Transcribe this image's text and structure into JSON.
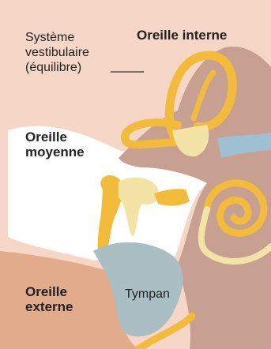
{
  "labels": {
    "inner_ear": "Oreille interne",
    "vestibular": [
      "Système",
      "vestibulaire",
      "(équilibre)"
    ],
    "middle_ear": [
      "Oreille",
      "moyenne"
    ],
    "outer_ear": [
      "Oreille",
      "externe"
    ],
    "eardrum": "Tympan"
  },
  "colors": {
    "background": "#f6d6c6",
    "skin_outer": "#e2ab8c",
    "bone": "#c7a092",
    "yellow": "#f2bb3a",
    "pale_yellow": "#f4e3a6",
    "eardrum": "#a9bfc4",
    "nerve": "#9fbfd2",
    "white": "#ffffff"
  }
}
